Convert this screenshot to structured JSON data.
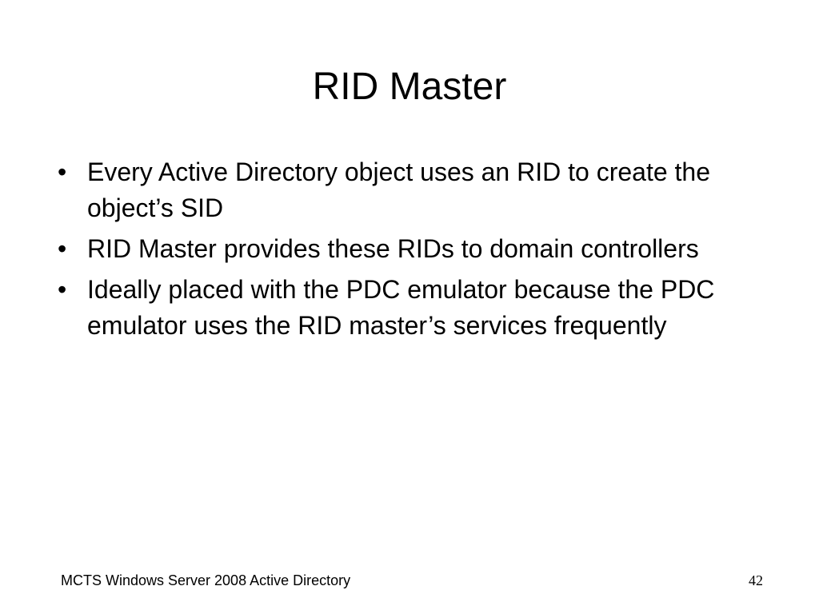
{
  "slide": {
    "title": "RID Master",
    "bullet_symbol": "•",
    "bullets": [
      "Every Active Directory object uses an RID to create the object’s SID",
      "RID Master provides these RIDs to domain controllers",
      "Ideally placed with the PDC emulator because the PDC emulator uses the RID master’s services frequently"
    ]
  },
  "footer": {
    "left_text": "MCTS Windows Server 2008 Active Directory",
    "page_number": "42"
  }
}
